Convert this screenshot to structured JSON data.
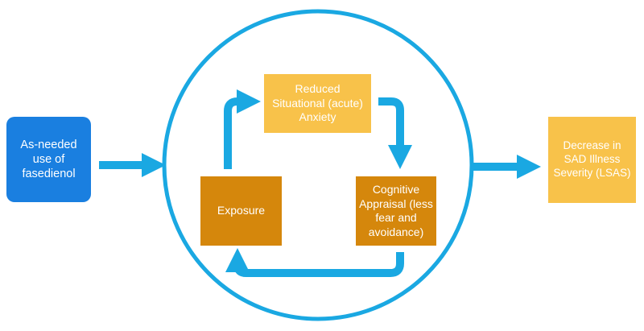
{
  "nodes": {
    "input": "As-needed use of fasedienol",
    "reduced_anxiety": "Reduced Situational (acute) Anxiety",
    "exposure": "Exposure",
    "cognitive_appraisal": "Cognitive Appraisal (less fear and avoidance)",
    "outcome": "Decrease in SAD Illness Severity (LSAS)"
  },
  "colors": {
    "blue_box": "#1a7fe0",
    "light_orange": "#f8c24a",
    "dark_orange": "#d5870c",
    "arrow_blue": "#1aa8e2"
  }
}
